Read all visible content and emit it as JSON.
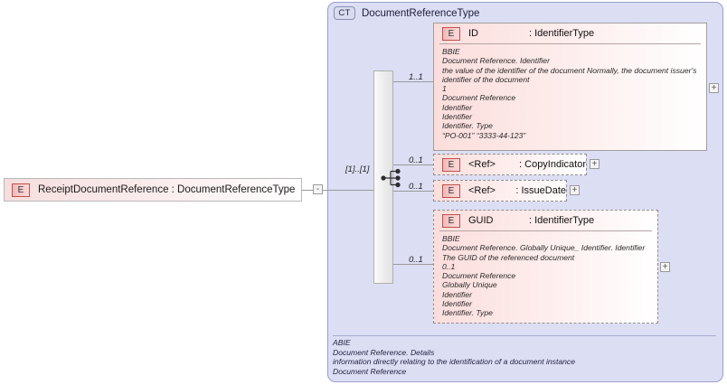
{
  "root_element": {
    "icon": "element-badge-E",
    "label": "ReceiptDocumentReference : DocumentReferenceType",
    "toggle": "-"
  },
  "complex_type": {
    "badge": "CT",
    "title": "DocumentReferenceType",
    "compositor": {
      "icon": "sequence-icon",
      "cardinality": "[1]..[1]"
    },
    "documentation": {
      "line1": "ABIE",
      "line2": "Document Reference. Details",
      "line3": "information directly relating to the identification of a document instance",
      "line4": "Document Reference"
    }
  },
  "elements": [
    {
      "icon": "element-badge-E",
      "name": "ID",
      "type": ": IdentifierType",
      "cardinality": "1..1",
      "toggle": "+",
      "doc": [
        "BBIE",
        "Document Reference. Identifier",
        "the value of the identifier of the document Normally, the document issuer's",
        "identifier of the document",
        "1",
        "Document Reference",
        "Identifier",
        "Identifier",
        "Identifier. Type",
        "“PO-001” “3333-44-123”"
      ]
    },
    {
      "icon": "element-badge-E",
      "name": "<Ref>",
      "type": ": CopyIndicator",
      "cardinality": "0..1",
      "toggle": "+"
    },
    {
      "icon": "element-badge-E",
      "name": "<Ref>",
      "type": ": IssueDate",
      "cardinality": "0..1",
      "toggle": "+"
    },
    {
      "icon": "element-badge-E",
      "name": "GUID",
      "type": ": IdentifierType",
      "cardinality": "0..1",
      "toggle": "+",
      "doc": [
        "BBIE",
        "Document Reference. Globally Unique_ Identifier. Identifier",
        "The GUID of the referenced document",
        "0..1",
        "Document Reference",
        "Globally Unique",
        "Identifier",
        "Identifier",
        "Identifier. Type"
      ]
    }
  ],
  "colors": {
    "panel_bg": "#dcdef4",
    "panel_border": "#9aa0c8",
    "element_bg": "#fbdedc",
    "element_border": "#9f9f9f",
    "badge_border": "#c0504d",
    "connector": "#9a9a9a"
  }
}
